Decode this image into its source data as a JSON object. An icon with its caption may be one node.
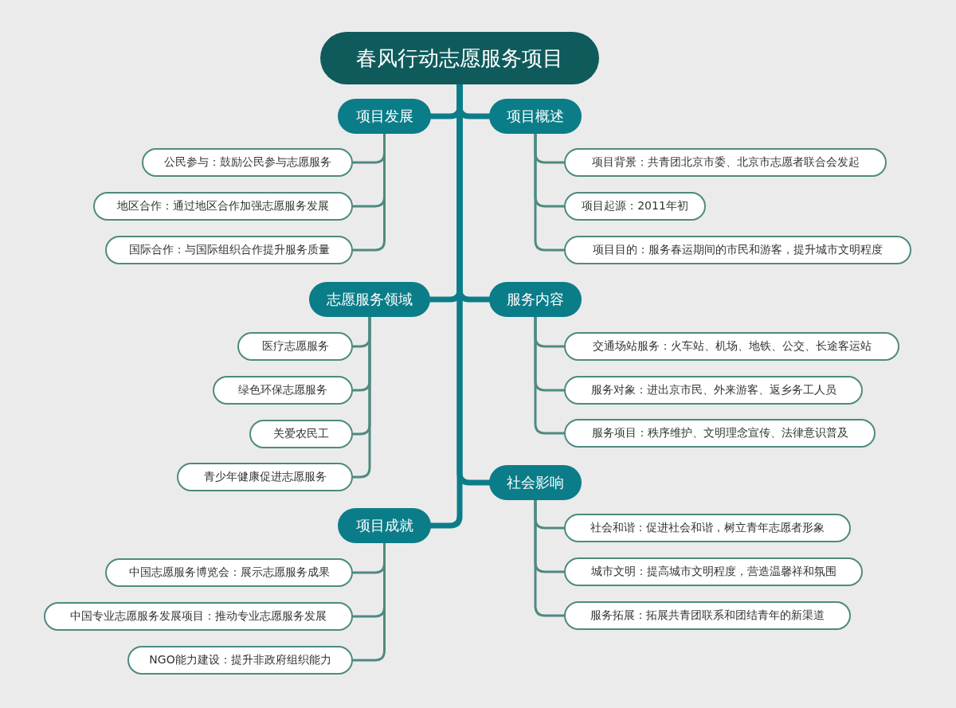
{
  "diagram": {
    "nodes": [
      {
        "text": [
          "春风行动志愿服务项目"
        ]
      },
      {
        "text": [
          "项目发展"
        ]
      },
      {
        "text": [
          "公民参与：鼓励公民参与志愿服务"
        ]
      },
      {
        "text": [
          "地区合作：通过地区合作加强志愿服务发展"
        ]
      },
      {
        "text": [
          "国际合作：与国际组织合作提升服务质量"
        ]
      },
      {
        "text": [
          "项目概述"
        ]
      },
      {
        "text": [
          "项目背景：共青团北京市委、北京市志愿者联合会发起"
        ]
      },
      {
        "text": [
          "项目起源：2011年初"
        ]
      },
      {
        "text": [
          "项目目的：服务春运期间的市民和游客，提升城市文明程度"
        ]
      },
      {
        "text": [
          "志愿服务领域"
        ]
      },
      {
        "text": [
          "医疗志愿服务"
        ]
      },
      {
        "text": [
          "绿色环保志愿服务"
        ]
      },
      {
        "text": [
          "关爱农民工"
        ]
      },
      {
        "text": [
          "青少年健康促进志愿服务"
        ]
      },
      {
        "text": [
          "服务内容"
        ]
      },
      {
        "text": [
          "交通场站服务：火车站、机场、地铁、公交、长途客运站"
        ]
      },
      {
        "text": [
          "服务对象：进出京市民、外来游客、返乡务工人员"
        ]
      },
      {
        "text": [
          "服务项目：秩序维护、文明理念宣传、法律意识普及"
        ]
      },
      {
        "text": [
          "社会影响"
        ]
      },
      {
        "text": [
          "社会和谐：促进社会和谐，树立青年志愿者形象"
        ]
      },
      {
        "text": [
          "城市文明：提高城市文明程度，营造温馨祥和氛围"
        ]
      },
      {
        "text": [
          "服务拓展：拓展共青团联系和团结青年的新渠道"
        ]
      },
      {
        "text": [
          "项目成就"
        ]
      },
      {
        "text": [
          "中国志愿服务博览会：展示志愿服务成果"
        ]
      },
      {
        "text": [
          "中国专业志愿服务发展项目：推动专业志愿服务发展"
        ]
      },
      {
        "text": [
          "NGO能力建设：提升非政府组织能力"
        ]
      }
    ],
    "edges": [
      {
        "from": 0,
        "to": 1,
        "arrow": "none",
        "style": "thick",
        "color": "#0b7d89"
      },
      {
        "from": 1,
        "to": 2,
        "arrow": "none"
      },
      {
        "from": 1,
        "to": 3,
        "arrow": "none"
      },
      {
        "from": 1,
        "to": 4,
        "arrow": "none"
      },
      {
        "from": 0,
        "to": 5,
        "arrow": "none",
        "style": "thick",
        "color": "#0b7d89"
      },
      {
        "from": 5,
        "to": 6,
        "arrow": "none"
      },
      {
        "from": 5,
        "to": 7,
        "arrow": "none"
      },
      {
        "from": 5,
        "to": 8,
        "arrow": "none"
      },
      {
        "from": 0,
        "to": 9,
        "arrow": "none",
        "style": "thick",
        "color": "#0b7d89"
      },
      {
        "from": 9,
        "to": 10,
        "arrow": "none"
      },
      {
        "from": 9,
        "to": 11,
        "arrow": "none"
      },
      {
        "from": 9,
        "to": 12,
        "arrow": "none"
      },
      {
        "from": 9,
        "to": 13,
        "arrow": "none"
      },
      {
        "from": 0,
        "to": 14,
        "arrow": "none",
        "style": "thick",
        "color": "#0b7d89"
      },
      {
        "from": 14,
        "to": 15,
        "arrow": "none"
      },
      {
        "from": 14,
        "to": 16,
        "arrow": "none"
      },
      {
        "from": 14,
        "to": 17,
        "arrow": "none"
      },
      {
        "from": 0,
        "to": 18,
        "arrow": "none",
        "style": "thick",
        "color": "#0b7d89"
      },
      {
        "from": 18,
        "to": 19,
        "arrow": "none"
      },
      {
        "from": 18,
        "to": 20,
        "arrow": "none"
      },
      {
        "from": 18,
        "to": 21,
        "arrow": "none"
      },
      {
        "from": 0,
        "to": 22,
        "arrow": "none",
        "style": "thick",
        "color": "#0b7d89"
      },
      {
        "from": 22,
        "to": 23,
        "arrow": "none"
      },
      {
        "from": 22,
        "to": 24,
        "arrow": "none"
      },
      {
        "from": 22,
        "to": 25,
        "arrow": "none"
      }
    ]
  }
}
